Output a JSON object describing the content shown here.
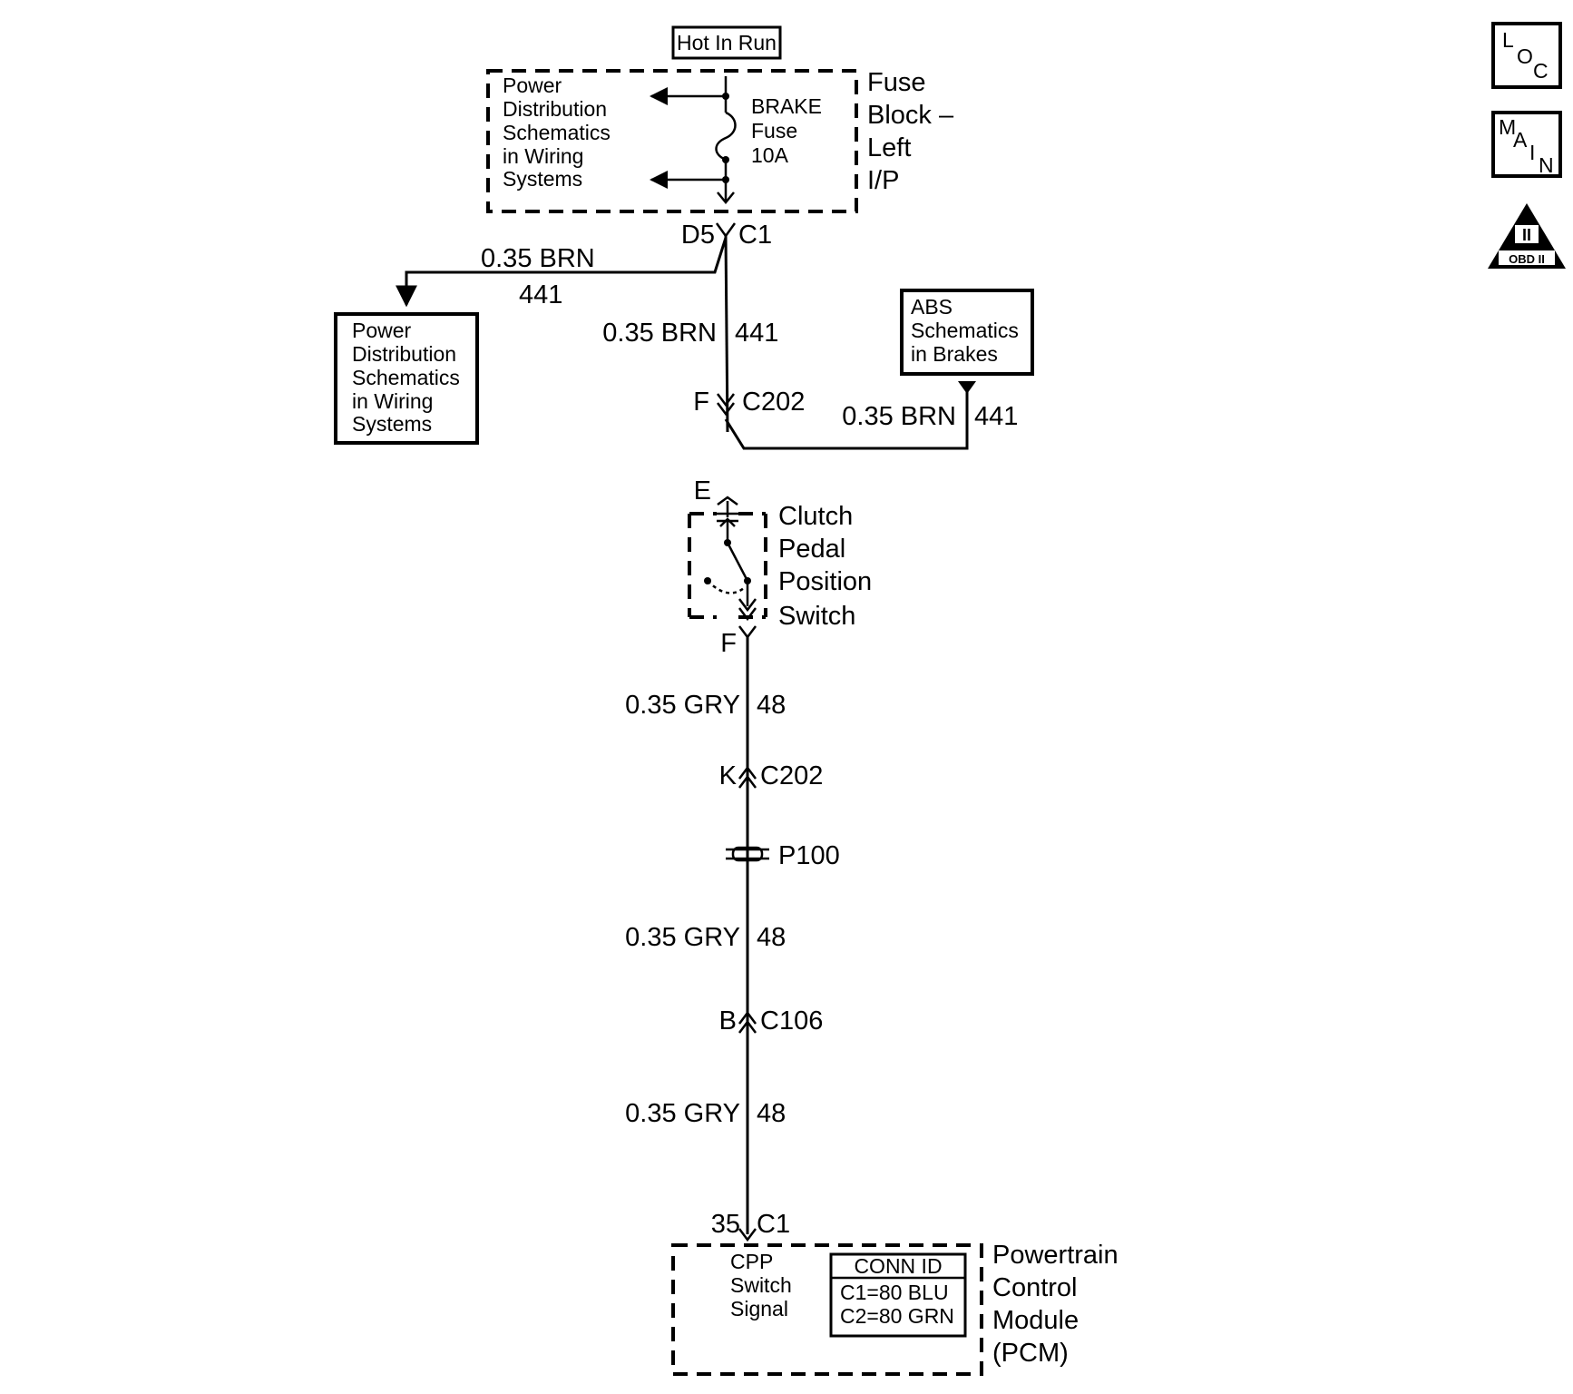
{
  "fuse_block": {
    "hot_label": "Hot In Run",
    "ref_lines": [
      "Power",
      "Distribution",
      "Schematics",
      "in Wiring",
      "Systems"
    ],
    "fuse_lines": [
      "BRAKE",
      "Fuse",
      "10A"
    ],
    "name_lines": [
      "Fuse",
      "Block –",
      "Left",
      "I/P"
    ],
    "pin": "D5",
    "connector": "C1"
  },
  "branch_left": {
    "wire": "0.35 BRN",
    "circuit": "441",
    "ref_lines": [
      "Power",
      "Distribution",
      "Schematics",
      "in Wiring",
      "Systems"
    ]
  },
  "main_wire_1": {
    "wire": "0.35 BRN",
    "circuit": "441"
  },
  "c202_upper": {
    "pin": "F",
    "connector": "C202"
  },
  "abs_branch": {
    "ref_lines": [
      "ABS",
      "Schematics",
      "in Brakes"
    ],
    "wire": "0.35 BRN",
    "circuit": "441"
  },
  "clutch_switch": {
    "pin_in": "E",
    "pin_out": "F",
    "name_lines": [
      "Clutch",
      "Pedal",
      "Position",
      "Switch"
    ]
  },
  "wire_2": {
    "wire": "0.35 GRY",
    "circuit": "48"
  },
  "c202_lower": {
    "pin": "K",
    "connector": "C202"
  },
  "passthrough": {
    "name": "P100"
  },
  "wire_3": {
    "wire": "0.35 GRY",
    "circuit": "48"
  },
  "c106": {
    "pin": "B",
    "connector": "C106"
  },
  "wire_4": {
    "wire": "0.35 GRY",
    "circuit": "48"
  },
  "pcm": {
    "pin": "35",
    "connector": "C1",
    "signal_lines": [
      "CPP",
      "Switch",
      "Signal"
    ],
    "conn_id_title": "CONN ID",
    "conn_id_lines": [
      "C1=80 BLU",
      "C2=80 GRN"
    ],
    "name_lines": [
      "Powertrain",
      "Control",
      "Module",
      "(PCM)"
    ]
  },
  "nav_icons": {
    "loc": [
      "L",
      "O",
      "C"
    ],
    "main": [
      "M",
      "A",
      "I",
      "N"
    ],
    "obd": {
      "numeral": "II",
      "label": "OBD II"
    }
  }
}
